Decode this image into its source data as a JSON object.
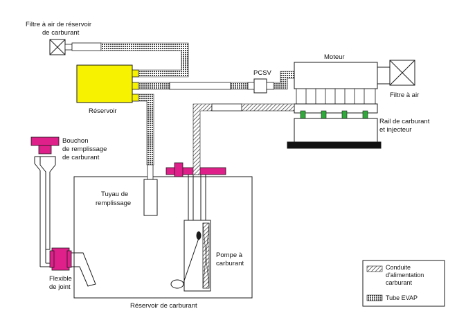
{
  "labels": {
    "air_filter_tank_l1": "Filtre à air de réservoir",
    "air_filter_tank_l2": "de carburant",
    "canister": "Réservoir",
    "pcsv": "PCSV",
    "engine": "Moteur",
    "air_filter": "Filtre à air",
    "fuel_rail_l1": "Rail de carburant",
    "fuel_rail_l2": "et injecteur",
    "filler_cap_l1": "Bouchon",
    "filler_cap_l2": "de remplissage",
    "filler_cap_l3": "de carburant",
    "filler_pipe_l1": "Tuyau de",
    "filler_pipe_l2": "remplissage",
    "joint_hose_l1": "Flexible",
    "joint_hose_l2": "de joint",
    "fuel_pump_l1": "Pompe à",
    "fuel_pump_l2": "carburant",
    "fuel_tank": "Réservoir de carburant"
  },
  "legend": {
    "fuel_line_l1": "Conduite",
    "fuel_line_l2": "d'alimentation",
    "fuel_line_l3": "carburant",
    "evap_tube": "Tube EVAP"
  },
  "colors": {
    "canister_fill": "#f7f200",
    "cap_magenta": "#e0208a",
    "injector_green": "#2faa3a",
    "outline": "#1a1a1a"
  }
}
